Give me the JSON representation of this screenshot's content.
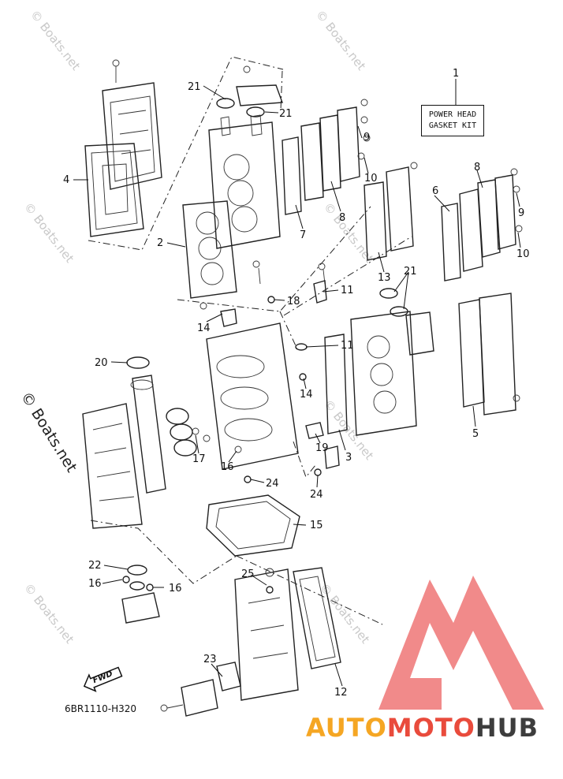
{
  "kit_label": {
    "line1": "POWER HEAD",
    "line2": "GASKET KIT"
  },
  "fwd_label": "FWD",
  "diagram_code": "6BR1110-H320",
  "watermark_text": "© Boats.net",
  "brand": {
    "part_a": "AUTO",
    "part_b": "MOTO",
    "part_c": "HUB",
    "colors": {
      "auto": "#f5a623",
      "moto": "#e94b3c",
      "hub": "#3d3d3d",
      "logo": "#f07d7d"
    }
  },
  "callouts": {
    "c1": "1",
    "c2": "2",
    "c3": "3",
    "c4": "4",
    "c5": "5",
    "c6": "6",
    "c7": "7",
    "c8a": "8",
    "c8b": "8",
    "c9a": "9",
    "c9b": "9",
    "c10a": "10",
    "c10b": "10",
    "c11a": "11",
    "c11b": "11",
    "c12": "12",
    "c13": "13",
    "c14a": "14",
    "c14b": "14",
    "c15": "15",
    "c16a": "16",
    "c16b": "16",
    "c16c": "16",
    "c17": "17",
    "c18": "18",
    "c19": "19",
    "c20": "20",
    "c21a": "21",
    "c21b": "21",
    "c21c": "21",
    "c22": "22",
    "c23": "23",
    "c24a": "24",
    "c24b": "24",
    "c25": "25"
  }
}
